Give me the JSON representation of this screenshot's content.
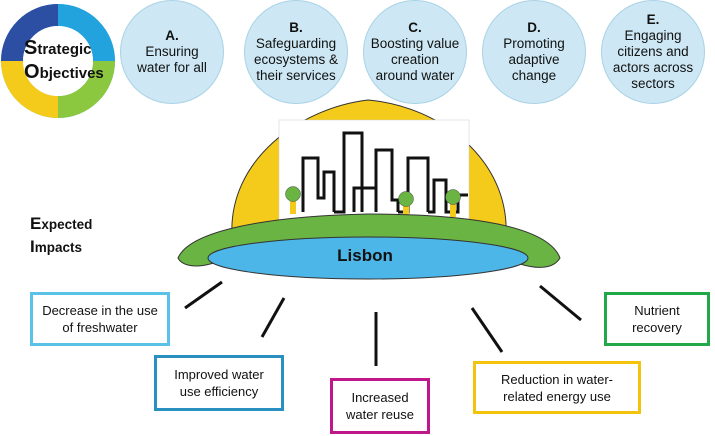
{
  "strategic_objectives": {
    "initial_1": "S",
    "rest_1": "trategic",
    "initial_2": "O",
    "rest_2": "bjectives"
  },
  "objectives": [
    {
      "letter": "A.",
      "text": "Ensuring water for all"
    },
    {
      "letter": "B.",
      "text": "Safeguarding ecosystems & their services"
    },
    {
      "letter": "C.",
      "text": "Boosting value creation around water"
    },
    {
      "letter": "D.",
      "text": "Promoting adaptive change"
    },
    {
      "letter": "E.",
      "text": "Engaging citizens and actors across sectors"
    }
  ],
  "expected_impacts": {
    "initial_1": "E",
    "rest_1": "xpected",
    "initial_2": "I",
    "rest_2": "mpacts"
  },
  "city_label": "Lisbon",
  "impacts": [
    {
      "text": "Decrease in the use of freshwater",
      "color": "#5bc2e7"
    },
    {
      "text": "Improved water use efficiency",
      "color": "#2a8fc1"
    },
    {
      "text": "Increased water reuse",
      "color": "#c0178a"
    },
    {
      "text": "Reduction in water-related energy use",
      "color": "#f4c30c"
    },
    {
      "text": "Nutrient recovery",
      "color": "#23a849"
    }
  ],
  "colors": {
    "helmet_yellow": "#f4cb1a",
    "brim_green": "#6ab443",
    "lake_blue": "#4db6e8",
    "objective_fill": "#cde8f4",
    "tree_green": "#6ab443",
    "tree_trunk": "#f4cb1a"
  }
}
